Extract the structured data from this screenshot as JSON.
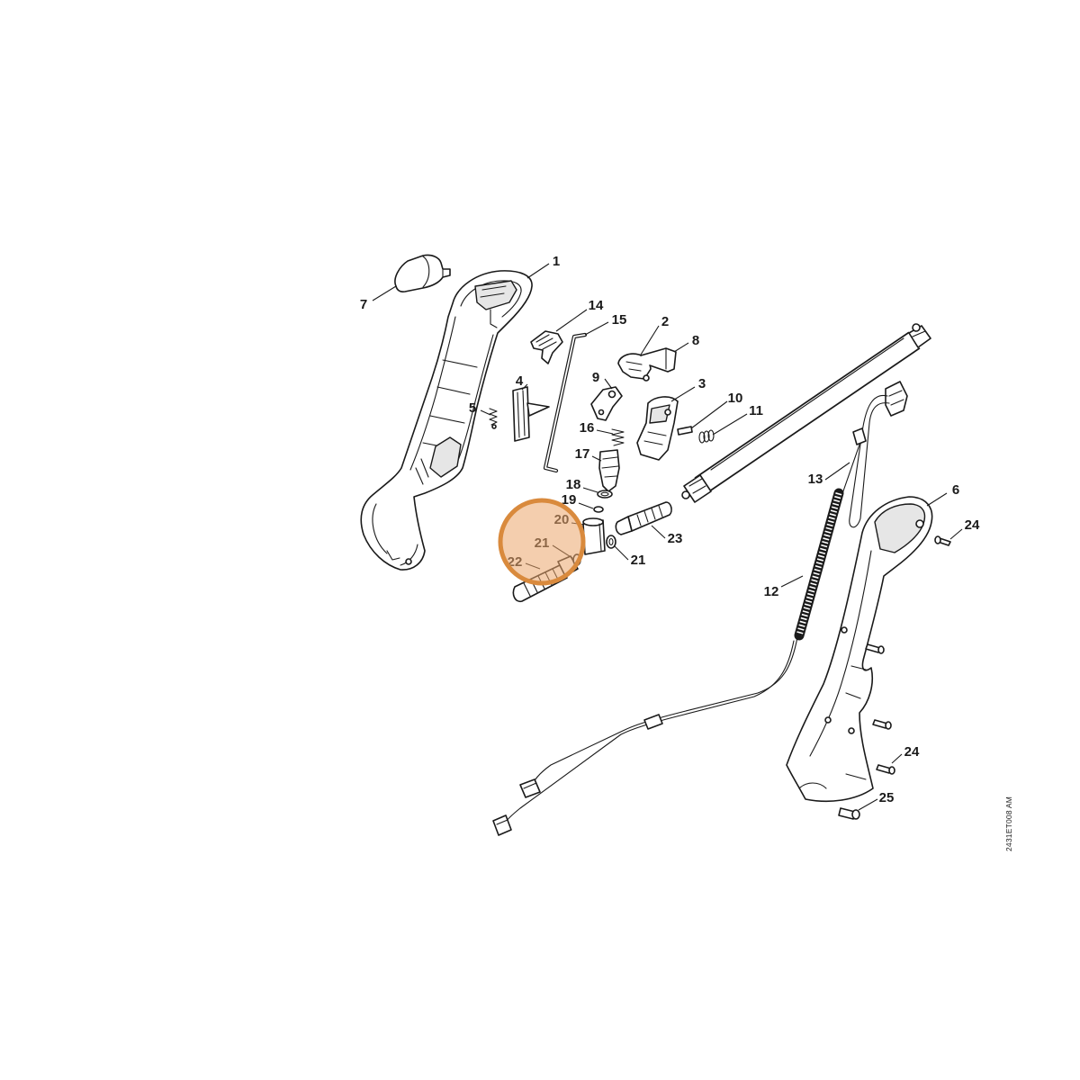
{
  "diagram": {
    "callouts": [
      "1",
      "7",
      "14",
      "15",
      "2",
      "8",
      "4",
      "9",
      "3",
      "10",
      "11",
      "5",
      "16",
      "17",
      "13",
      "18",
      "6",
      "19",
      "20",
      "24",
      "23",
      "21",
      "21",
      "22",
      "12",
      "24",
      "25"
    ],
    "drawing_code": "2431ET008 AM",
    "highlight": {
      "stroke": "#d98a3d",
      "fill": "#eba66c"
    }
  }
}
